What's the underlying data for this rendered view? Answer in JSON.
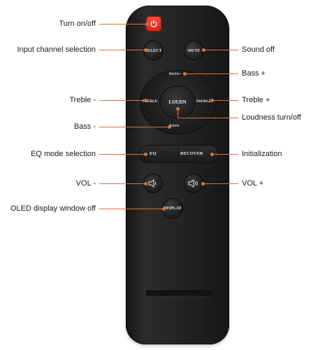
{
  "colors": {
    "leader": "#d0743a",
    "remote_body": "#222222",
    "power_button": "#e8362b",
    "text": "#1a1a1a"
  },
  "buttons": {
    "select": "SELECT",
    "mute": "MUTE",
    "bass_plus": "BASS+",
    "bass_minus": "BASS-",
    "treble_minus": "TREBLE-",
    "treble_plus": "TREBLE+",
    "loudness": "LOUDN",
    "eq": "EQ",
    "recover": "RECOVER",
    "display": "DISPLAY"
  },
  "labels": {
    "turn_onoff": "Turn on/off",
    "input_channel": "Input channel selection",
    "sound_off": "Sound off",
    "bass_plus": "Bass +",
    "treble_minus": "Treble -",
    "treble_plus": "Treble +",
    "loudness": "Loudness turn/off",
    "bass_minus": "Bass -",
    "eq_mode": "EQ mode selection",
    "initialization": "Initialization",
    "vol_minus": "VOL -",
    "vol_plus": "VOL +",
    "oled_off": "OLED display window off"
  },
  "icons": {
    "power": "power-icon",
    "speaker_low": "speaker-low-icon",
    "speaker_high": "speaker-high-icon"
  }
}
